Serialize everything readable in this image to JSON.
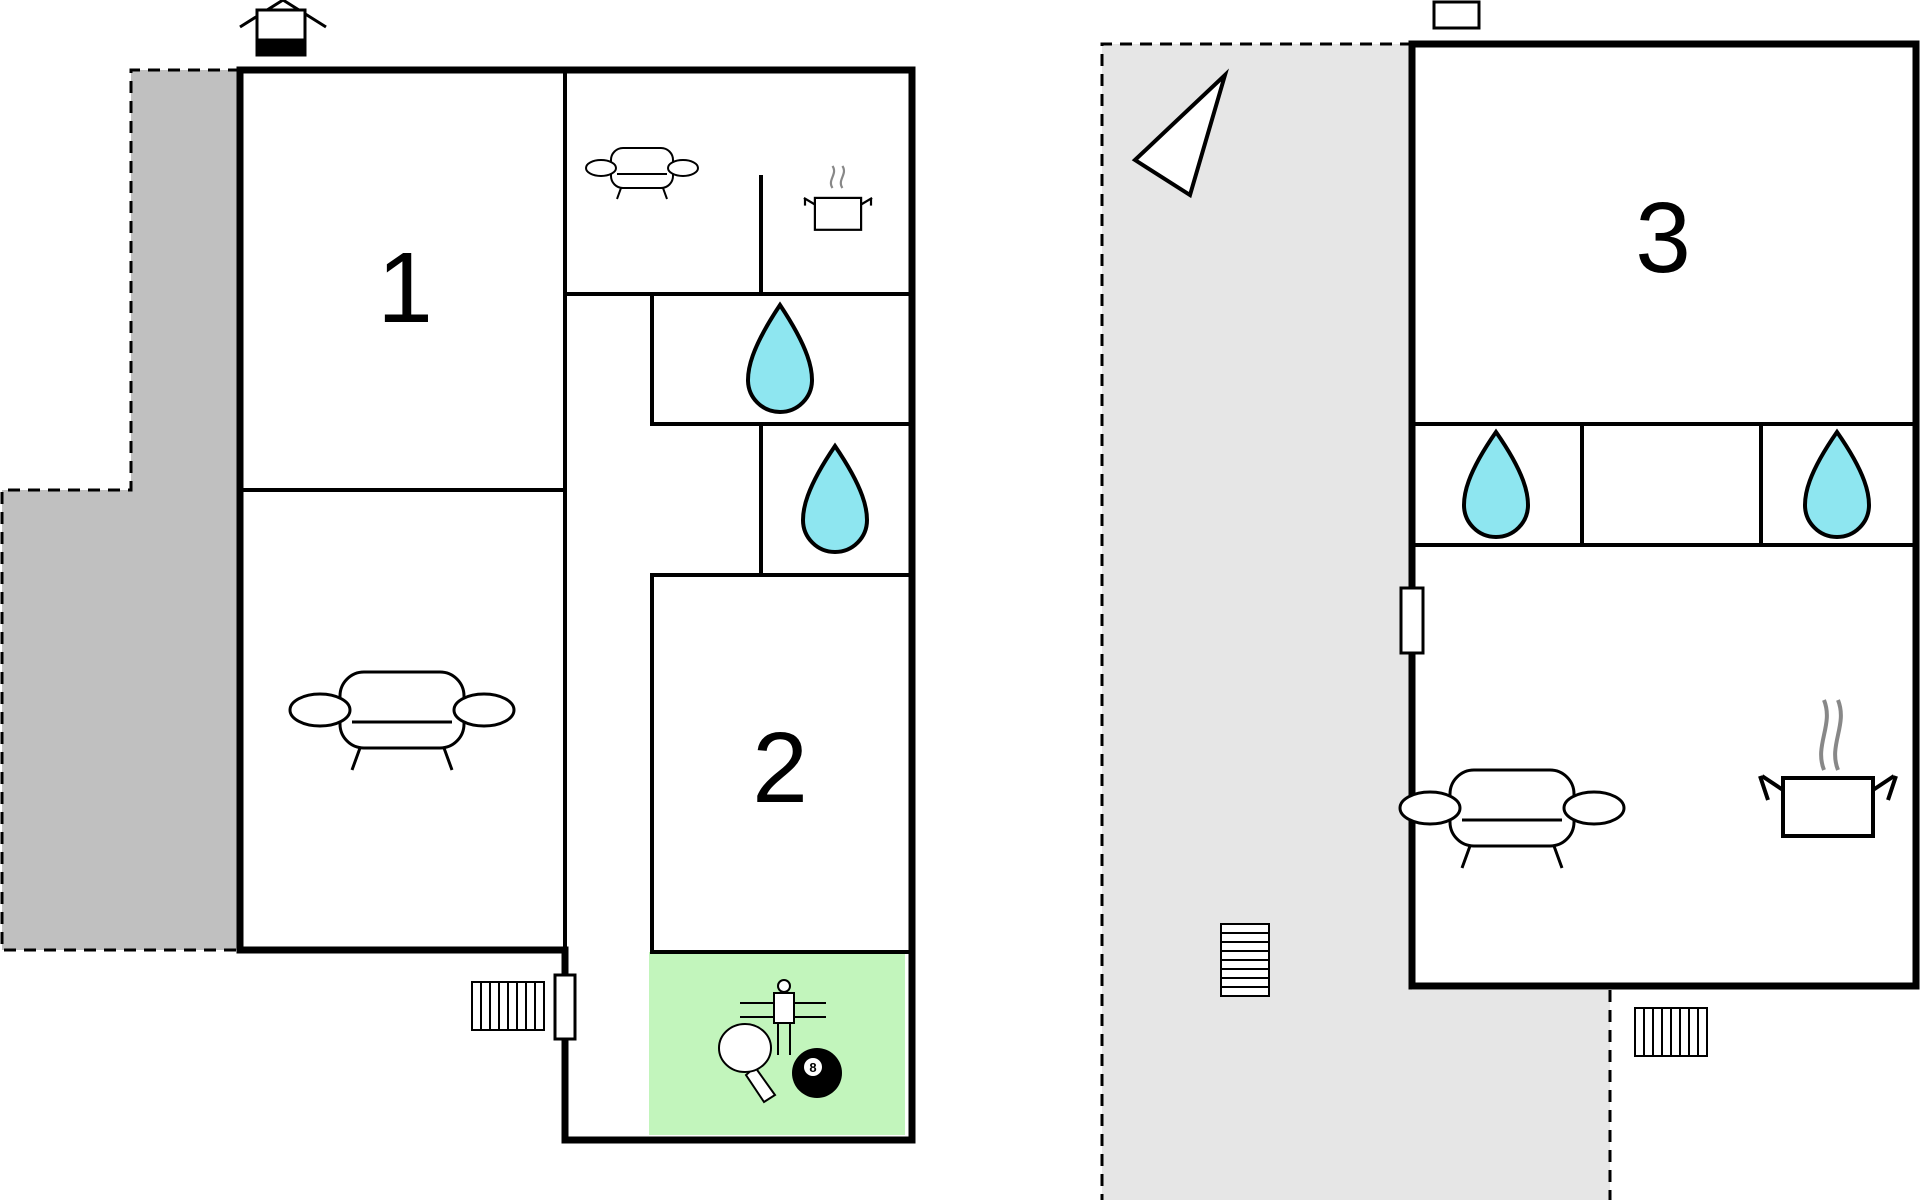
{
  "rooms": {
    "bedroom_1": "1",
    "bedroom_2": "2",
    "bedroom_3": "3"
  },
  "icons": {
    "billiard_ball": "8"
  },
  "colors": {
    "wall": "#000000",
    "terrace_dark": "#c0c0c0",
    "terrace_light": "#e6e6e6",
    "water_drop": "#8ee6f0",
    "game_room": "#c2f5bc"
  }
}
